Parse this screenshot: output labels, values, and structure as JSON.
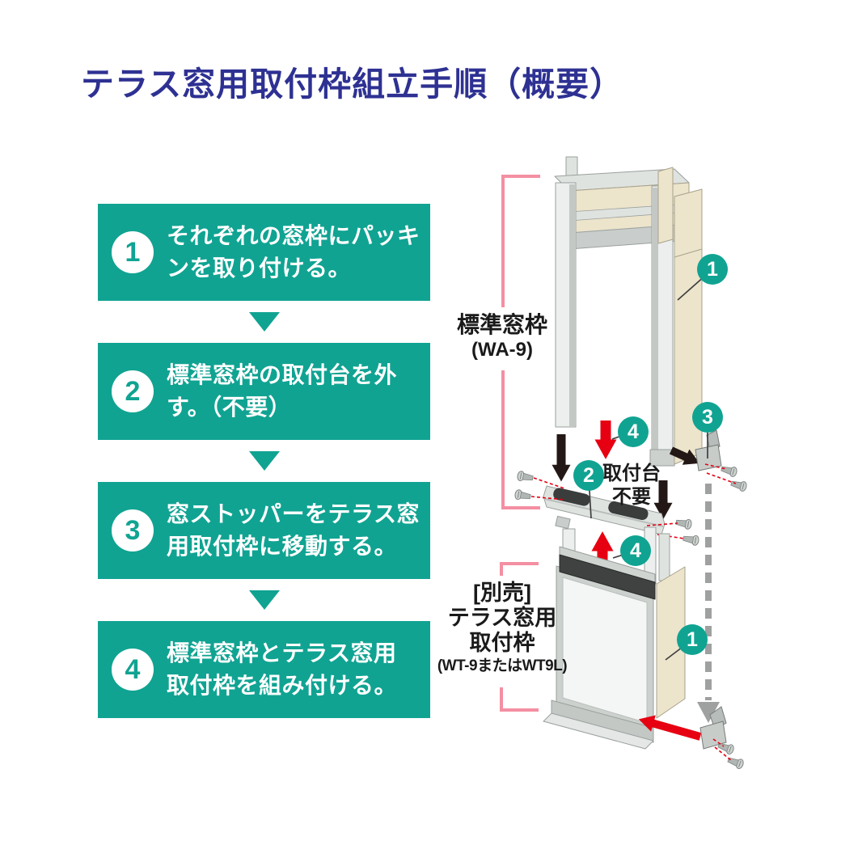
{
  "title": "テラス窓用取付枠組立手順（概要）",
  "colors": {
    "title_blue": "#2e3192",
    "teal": "#10a392",
    "pink_bracket": "#f48fa2",
    "red_arrow": "#e60012",
    "black_arrow": "#231815",
    "cream_packing": "#ece4cb",
    "gray_dashed": "#9fa0a0"
  },
  "steps": [
    {
      "num": "1",
      "text": "それぞれの窓枠にパッキ\nンを取り付ける。"
    },
    {
      "num": "2",
      "text": "標準窓枠の取付台を外\nす。（不要）"
    },
    {
      "num": "3",
      "text": "窓ストッパーをテラス窓\n用取付枠に移動する。"
    },
    {
      "num": "4",
      "text": "標準窓枠とテラス窓用\n取付枠を組み付ける。"
    }
  ],
  "diagram": {
    "standard_frame_label": "標準窓枠",
    "standard_frame_model": "(WA-9)",
    "terrace_frame_label_1": "[別売]",
    "terrace_frame_label_2": "テラス窓用",
    "terrace_frame_label_3": "取付枠",
    "terrace_frame_model": "(WT-9またはWT9L)",
    "mount_base_note_1": "取付台",
    "mount_base_note_2": "不要",
    "callouts": [
      "1",
      "4",
      "2",
      "3",
      "4",
      "1"
    ]
  }
}
